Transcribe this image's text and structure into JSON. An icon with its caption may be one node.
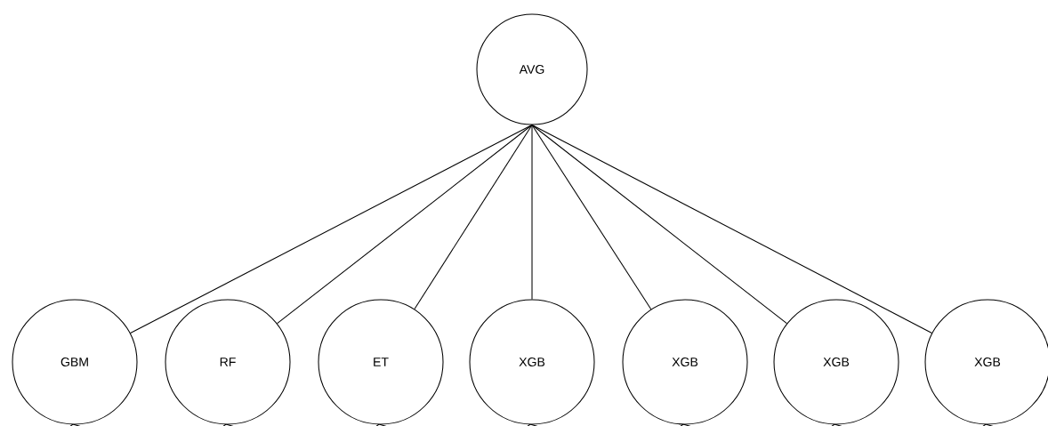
{
  "diagram": {
    "nodes": [
      {
        "text": [
          "AVG"
        ]
      },
      {
        "text": [
          "GBM"
        ]
      },
      {
        "text": [
          "RF"
        ]
      },
      {
        "text": [
          "ET"
        ]
      },
      {
        "text": [
          "XGB"
        ]
      },
      {
        "text": [
          "XGB"
        ]
      },
      {
        "text": [
          "XGB"
        ]
      },
      {
        "text": [
          "XGB"
        ]
      }
    ],
    "edges": [
      {
        "from": 0,
        "to": 1,
        "arrow": "none"
      },
      {
        "from": 0,
        "to": 2,
        "arrow": "none"
      },
      {
        "from": 0,
        "to": 3,
        "arrow": "none"
      },
      {
        "from": 0,
        "to": 4,
        "arrow": "none"
      },
      {
        "from": 0,
        "to": 5,
        "arrow": "none"
      },
      {
        "from": 0,
        "to": 6,
        "arrow": "none"
      },
      {
        "from": 0,
        "to": 7,
        "arrow": "none"
      }
    ]
  }
}
